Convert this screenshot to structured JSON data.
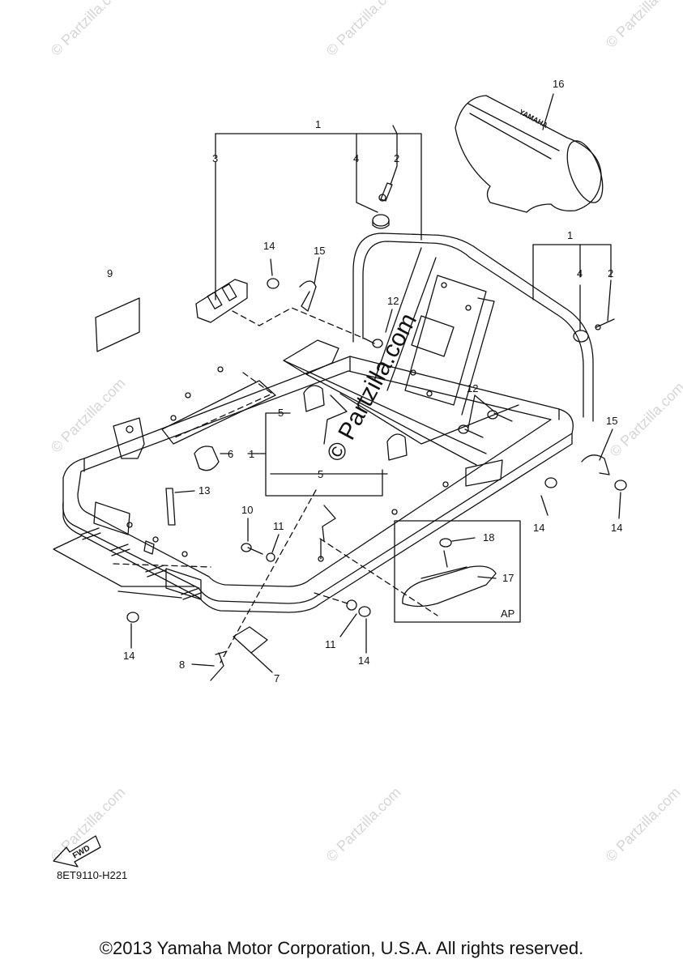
{
  "watermark": "© Partzilla.com",
  "center_watermark": "© Partzilla.com",
  "fwd_label": "FWD",
  "part_code": "8ET9110-H221",
  "copyright": "©2013 Yamaha Motor Corporation, U.S.A. All rights reserved.",
  "inset_label": "AP",
  "cover_brand": "YAMAHA",
  "callouts": {
    "c1_top": "1",
    "c2_top": "2",
    "c3": "3",
    "c4_top": "4",
    "c16": "16",
    "c1_right": "1",
    "c4_right": "4",
    "c2_right": "2",
    "c14_a": "14",
    "c15_a": "15",
    "c9": "9",
    "c12_a": "12",
    "c12_b": "12",
    "c15_b": "15",
    "c5_a": "5",
    "c6": "6",
    "c1_mid": "1",
    "c5_b": "5",
    "c13": "13",
    "c10": "10",
    "c11_a": "11",
    "c18": "18",
    "c17": "17",
    "c14_b": "14",
    "c14_c": "14",
    "c14_d": "14",
    "c11_b": "11",
    "c14_e": "14",
    "c8": "8",
    "c7": "7"
  }
}
